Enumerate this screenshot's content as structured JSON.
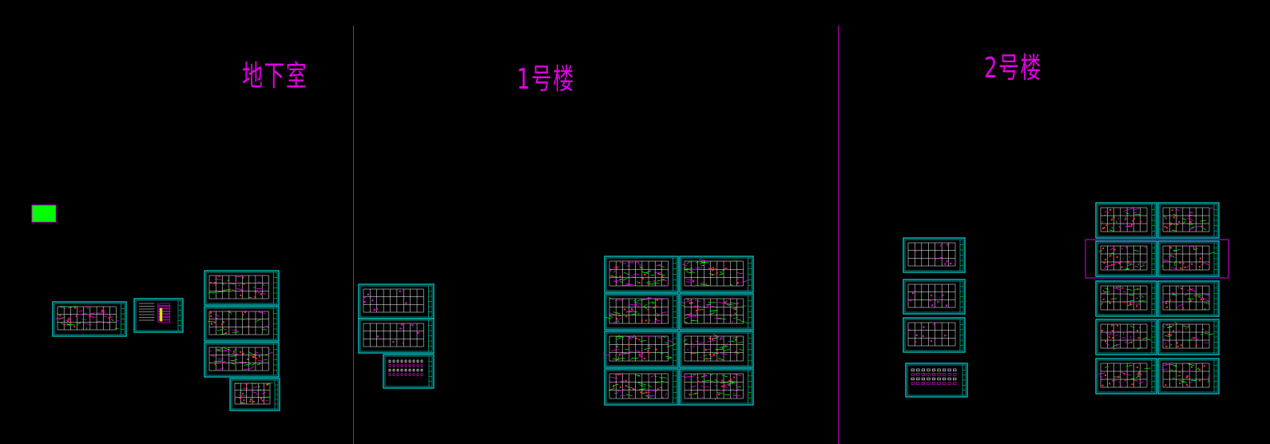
{
  "sections": {
    "basement": {
      "title": "地下室"
    },
    "building1": {
      "title": "1号楼"
    },
    "building2": {
      "title": "2号楼"
    }
  },
  "colors": {
    "background": "#000000",
    "title": "#e000e0",
    "sheet_frame": "#00e0e0",
    "grid": "#ffffff",
    "detail_green": "#00ff00",
    "detail_magenta": "#ff00ff",
    "selection": "#e000e0"
  }
}
